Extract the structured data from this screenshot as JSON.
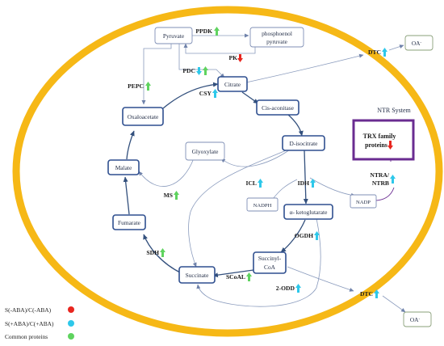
{
  "colors": {
    "membrane": "#f6b816",
    "ntr_border": "#6a2c91",
    "down_arrow": "#e8261f",
    "up_arrow": "#2ec8ea",
    "common_up": "#5fd35f",
    "cycle_arrow": "#33507d"
  },
  "metabolites": {
    "pyruvate": "Pyruvate",
    "phosphoenolpyruvate": "phosphoenol pyruvate",
    "citrate": "Citrate",
    "cis_aconitase": "Cis-aconitase",
    "d_isocitrate": "D-isocitrate",
    "a_ketoglutarate": "α- ketoglutarate",
    "succinyl_coa": "Succinyl-CoA",
    "succinate": "Succinate",
    "fumarate": "Fumarate",
    "malate": "Malate",
    "oxaloacetate": "Oxaloacetate",
    "glyoxylate": "Glyoxylate",
    "nadph": "NADPH",
    "nadp": "NADP",
    "oa_top": "OA-",
    "oa_bottom": "OA-"
  },
  "enzymes": {
    "ppdk": {
      "label": "PPDK",
      "status": "common"
    },
    "pk": {
      "label": "PK",
      "status": "down"
    },
    "pdc": {
      "label": "PDC",
      "status": "up-common"
    },
    "pepc": {
      "label": "PEPC",
      "status": "common"
    },
    "csy": {
      "label": "CSY",
      "status": "up"
    },
    "icl": {
      "label": "ICL",
      "status": "up"
    },
    "idh": {
      "label": "IDH",
      "status": "up"
    },
    "ms": {
      "label": "MS",
      "status": "common"
    },
    "ogdh": {
      "label": "OGDH",
      "status": "up"
    },
    "sdh": {
      "label": "SDH",
      "status": "common"
    },
    "scoal": {
      "label": "SCoAL",
      "status": "common"
    },
    "two_odd": {
      "label": "2-ODD",
      "status": "up"
    },
    "dtc_top": {
      "label": "DTC",
      "status": "up"
    },
    "dtc_bottom": {
      "label": "DTC",
      "status": "up"
    },
    "ntra_ntrb_line1": "NTRA/",
    "ntra_ntrb_line2": "NTRB"
  },
  "ntr_system": {
    "title": "NTR System",
    "trx_line1": "TRX family",
    "trx_line2": "proteins",
    "trx_status": "down"
  },
  "legend": [
    {
      "label": "S(-ABA)/C(-ABA)",
      "color": "#e8261f"
    },
    {
      "label": "S(+ABA)/C(+ABA)",
      "color": "#2ec8ea"
    },
    {
      "label": "Common proteins",
      "color": "#5fd35f"
    }
  ]
}
